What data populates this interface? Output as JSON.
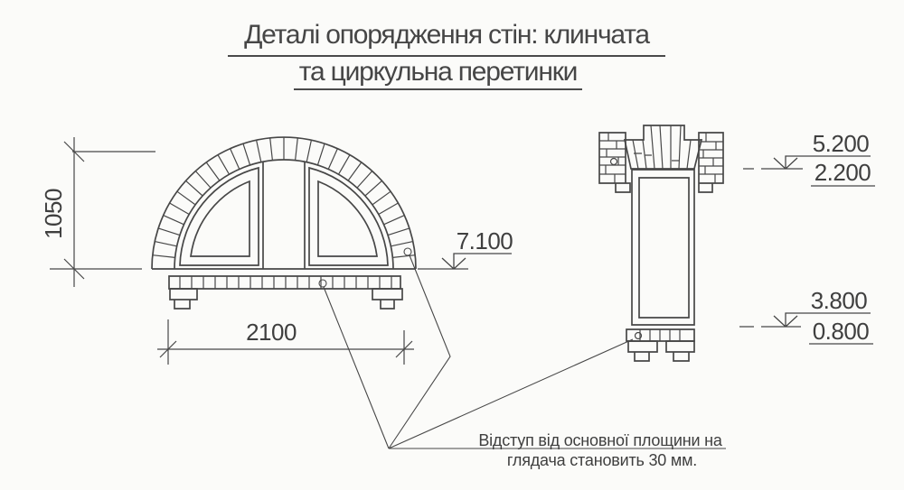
{
  "title": {
    "line1": "Деталі опорядження стін: клинчата",
    "line2": "та циркульна перетинки"
  },
  "arch_view": {
    "height_dim": "1050",
    "width_dim": "2100",
    "springing_elevation": "7.100"
  },
  "jamb_view": {
    "top_elevation_upper": "5.200",
    "top_elevation_lower": "2.200",
    "bottom_elevation_upper": "3.800",
    "bottom_elevation_lower": "0.800"
  },
  "note": {
    "line1": "Відступ від основної площини на",
    "line2": "глядача становить 30 мм."
  },
  "colors": {
    "ink": "#3f3f3f",
    "paper": "#fbfbf9"
  }
}
